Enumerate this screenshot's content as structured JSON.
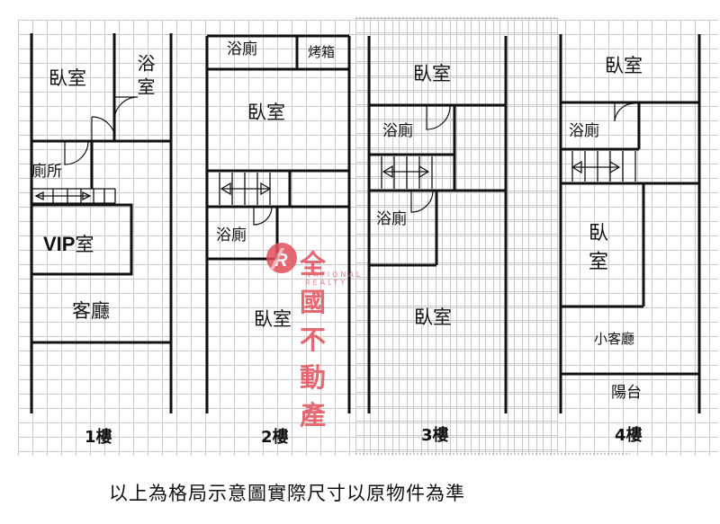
{
  "floors": [
    {
      "label": "1樓",
      "rooms": {
        "bedroom": "臥室",
        "bath": "浴室",
        "toilet": "廁所",
        "vip_prefix": "VIP",
        "vip_suffix": "室",
        "living": "客廳"
      }
    },
    {
      "label": "2樓",
      "rooms": {
        "bath_top": "浴廁",
        "oven": "烤箱",
        "bedroom_top": "臥室",
        "bath_mid": "浴廁",
        "bedroom_bottom": "臥室"
      }
    },
    {
      "label": "3樓",
      "rooms": {
        "bedroom_top": "臥室",
        "bath_top": "浴廁",
        "bath_mid": "浴廁",
        "bedroom_bottom": "臥室"
      }
    },
    {
      "label": "4樓",
      "rooms": {
        "bedroom_top": "臥室",
        "bath": "浴廁",
        "bedroom_mid": "臥室",
        "small_living": "小客廳",
        "balcony": "陽台"
      }
    }
  ],
  "watermark": {
    "title": "全國不動產",
    "subtitle": "NATIONAL REALTY",
    "color": "#e0505a"
  },
  "footer_note": "以上為格局示意圖實際尺寸以原物件為準"
}
